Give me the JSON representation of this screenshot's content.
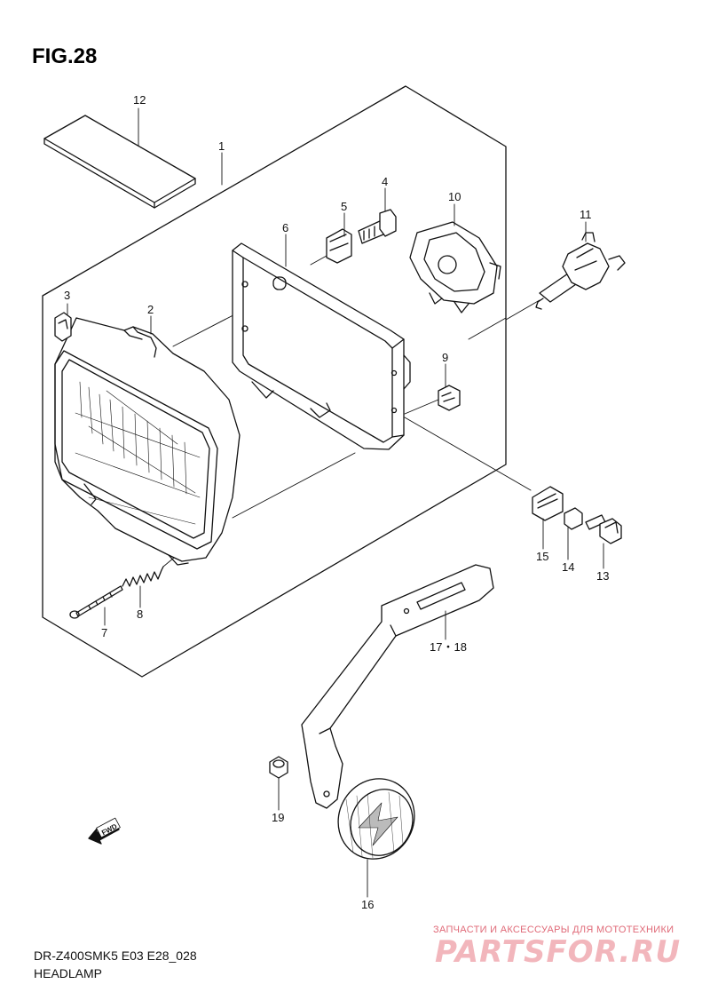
{
  "figure": {
    "title": "FIG.28",
    "model_code": "DR-Z400SMK5 E03 E28_028",
    "caption": "HEADLAMP",
    "fwd_label": "FWD"
  },
  "callouts": [
    {
      "id": "c1",
      "label": "1"
    },
    {
      "id": "c2",
      "label": "2"
    },
    {
      "id": "c3",
      "label": "3"
    },
    {
      "id": "c4",
      "label": "4"
    },
    {
      "id": "c5",
      "label": "5"
    },
    {
      "id": "c6",
      "label": "6"
    },
    {
      "id": "c7",
      "label": "7"
    },
    {
      "id": "c8",
      "label": "8"
    },
    {
      "id": "c9",
      "label": "9"
    },
    {
      "id": "c10",
      "label": "10"
    },
    {
      "id": "c11",
      "label": "11"
    },
    {
      "id": "c12",
      "label": "12"
    },
    {
      "id": "c13",
      "label": "13"
    },
    {
      "id": "c14",
      "label": "14"
    },
    {
      "id": "c15",
      "label": "15"
    },
    {
      "id": "c16",
      "label": "16"
    },
    {
      "id": "c17-18",
      "label": "17・18"
    },
    {
      "id": "c19",
      "label": "19"
    }
  ],
  "watermark": {
    "tagline": "ЗАПЧАСТИ И АКСЕССУАРЫ ДЛЯ МОТОТЕХНИКИ",
    "logo": "PARTSFOR.RU"
  }
}
